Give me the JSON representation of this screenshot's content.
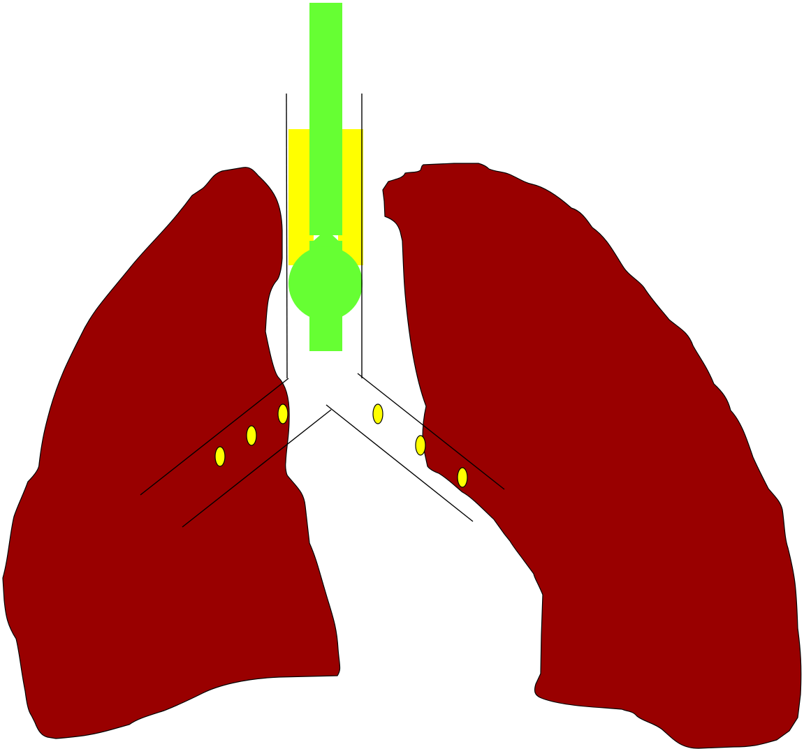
{
  "diagram": {
    "description_labels": [],
    "colors": {
      "background": "#ffffff",
      "lung_fill": "#990000",
      "lung_stroke": "#000000",
      "device_tube": "#66ff33",
      "device_cuff": "#ffff00",
      "node_fill": "#ffff00",
      "outline": "#000000"
    },
    "parts": {
      "left_lung": "lung",
      "right_lung": "lung",
      "endotracheal_tube": "tube",
      "balloon_cuff": "cuff",
      "lymph_nodes": [
        "node",
        "node",
        "node",
        "node",
        "node",
        "node"
      ]
    }
  }
}
